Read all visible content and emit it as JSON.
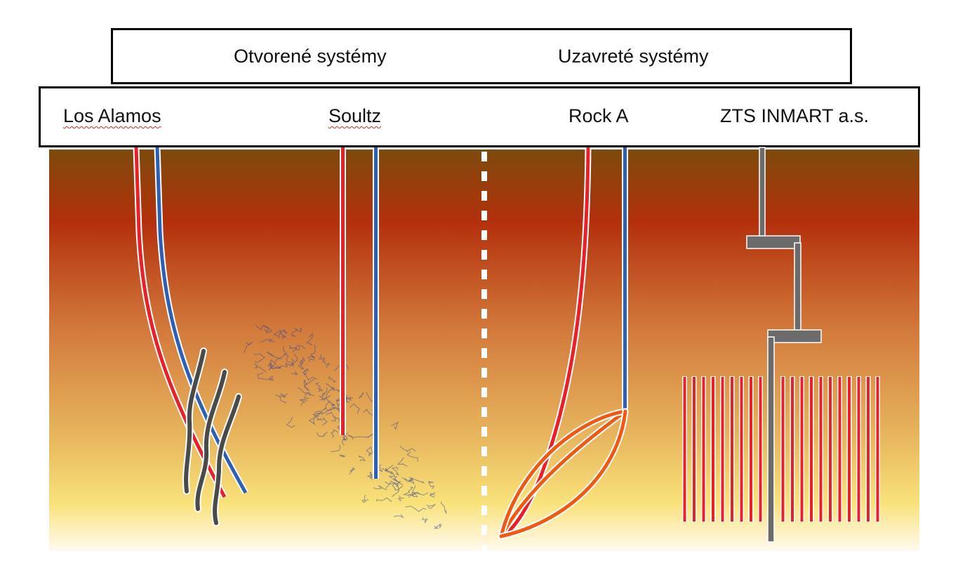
{
  "header": {
    "open_systems": "Otvorené systémy",
    "closed_systems": "Uzavreté systémy"
  },
  "sites": {
    "los_alamos": "Los Alamos",
    "soultz": "Soultz",
    "rock_a": "Rock A",
    "zts": "ZTS INMART a.s."
  },
  "colors": {
    "hot_pipe": "#e8202a",
    "cold_pipe": "#2f5fb0",
    "fracture": "#4a4a4a",
    "closed_loop": "#ee5a14",
    "zts_pipe": "#6b6b6b",
    "ground_top": "#7d4a0c",
    "ground_hot": "#b3300c",
    "ground_bottom": "#fffaf0"
  }
}
